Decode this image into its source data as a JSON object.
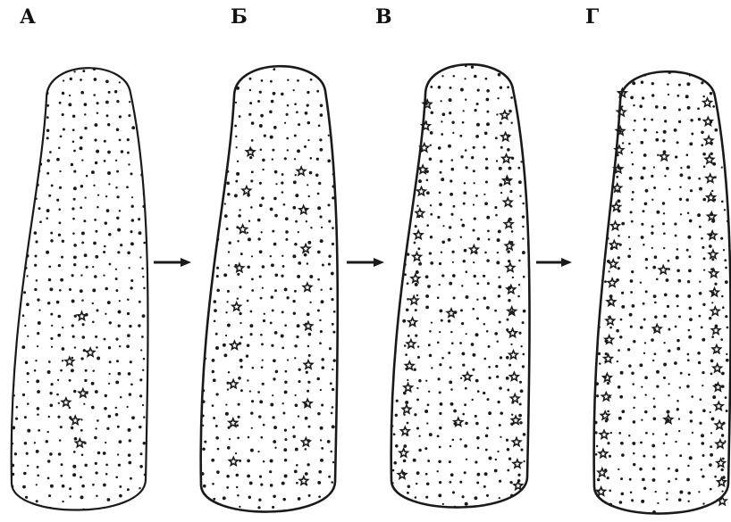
{
  "panels": [
    {
      "label": "А",
      "stage": "A"
    },
    {
      "label": "Б",
      "stage": "B"
    },
    {
      "label": "В",
      "stage": "C"
    },
    {
      "label": "Г",
      "stage": "D"
    }
  ],
  "arrows": [
    "arrow-a-to-b",
    "arrow-b-to-c",
    "arrow-c-to-d"
  ],
  "colors": {
    "ink": "#1a1a1a",
    "background": "#ffffff"
  }
}
